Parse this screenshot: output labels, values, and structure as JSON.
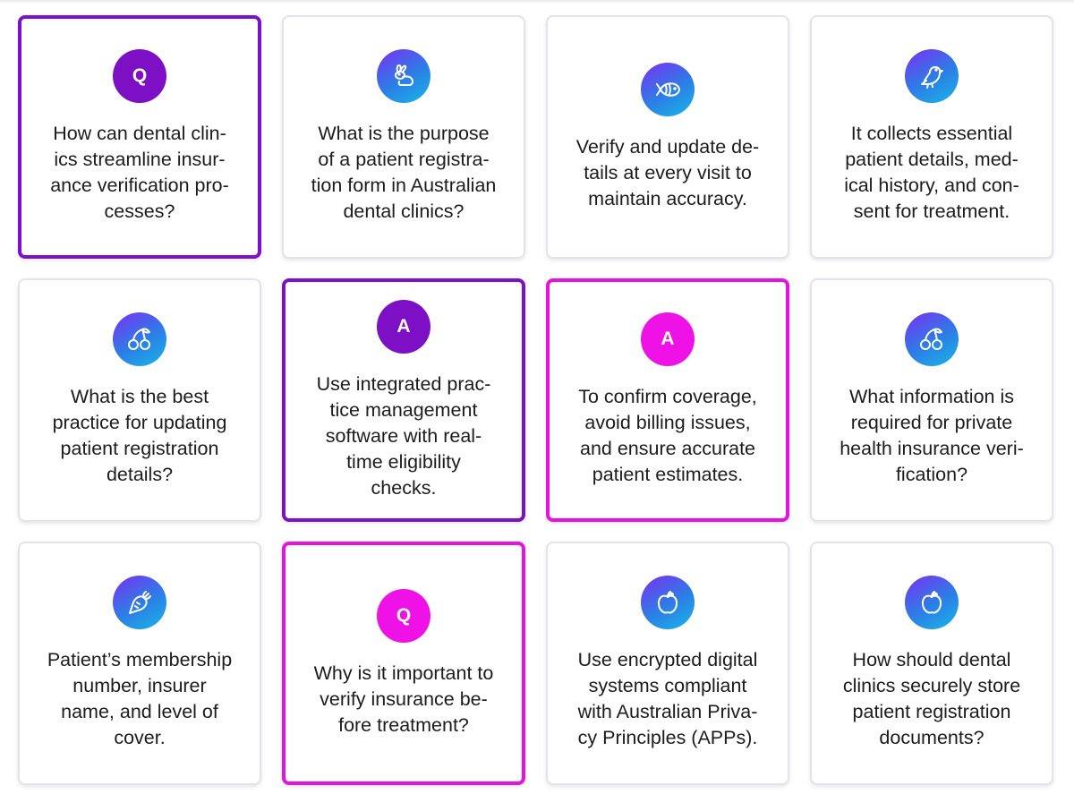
{
  "cards": [
    {
      "kind": "letter",
      "badge": "Q",
      "badge_color": "#7d0fc4",
      "state": "selected",
      "text": "How can dental clin-\nics streamline insur-\nance verification pro-\ncesses?"
    },
    {
      "kind": "icon",
      "icon": "rabbit-icon",
      "state": "default",
      "text": "What is the purpose\nof a patient registra-\ntion form in Australian\ndental clinics?"
    },
    {
      "kind": "icon",
      "icon": "fish-icon",
      "state": "default",
      "text": "Verify and update de-\ntails at every visit to\nmaintain accuracy."
    },
    {
      "kind": "icon",
      "icon": "bird-icon",
      "state": "default",
      "text": "It collects essential\npatient details, med-\nical history, and con-\nsent for treatment."
    },
    {
      "kind": "icon",
      "icon": "cherry-icon",
      "state": "default",
      "text": "What is the best\npractice for updating\npatient registration\ndetails?"
    },
    {
      "kind": "letter",
      "badge": "A",
      "badge_color": "#7d0fc4",
      "state": "selected",
      "text": "Use integrated prac-\ntice management\nsoftware with real-\ntime eligibility\nchecks."
    },
    {
      "kind": "letter",
      "badge": "A",
      "badge_color": "#ee12e6",
      "state": "selected-pink",
      "text": "To confirm coverage,\navoid billing issues,\nand ensure accurate\npatient estimates."
    },
    {
      "kind": "icon",
      "icon": "cherry-icon",
      "state": "default",
      "text": "What information is\nrequired for private\nhealth insurance veri-\nfication?"
    },
    {
      "kind": "icon",
      "icon": "carrot-icon",
      "state": "default",
      "text": "Patient’s membership\nnumber, insurer\nname, and level of\ncover."
    },
    {
      "kind": "letter",
      "badge": "Q",
      "badge_color": "#ee12e6",
      "state": "selected-pink",
      "text": "Why is it important to\nverify insurance be-\nfore treatment?"
    },
    {
      "kind": "icon",
      "icon": "apple-icon",
      "state": "default",
      "text": "Use encrypted digital\nsystems compliant\nwith Australian Priva-\ncy Principles (APPs)."
    },
    {
      "kind": "icon",
      "icon": "apple-icon",
      "state": "default",
      "text": "How should dental\nclinics securely store\npatient registration\ndocuments?"
    }
  ]
}
